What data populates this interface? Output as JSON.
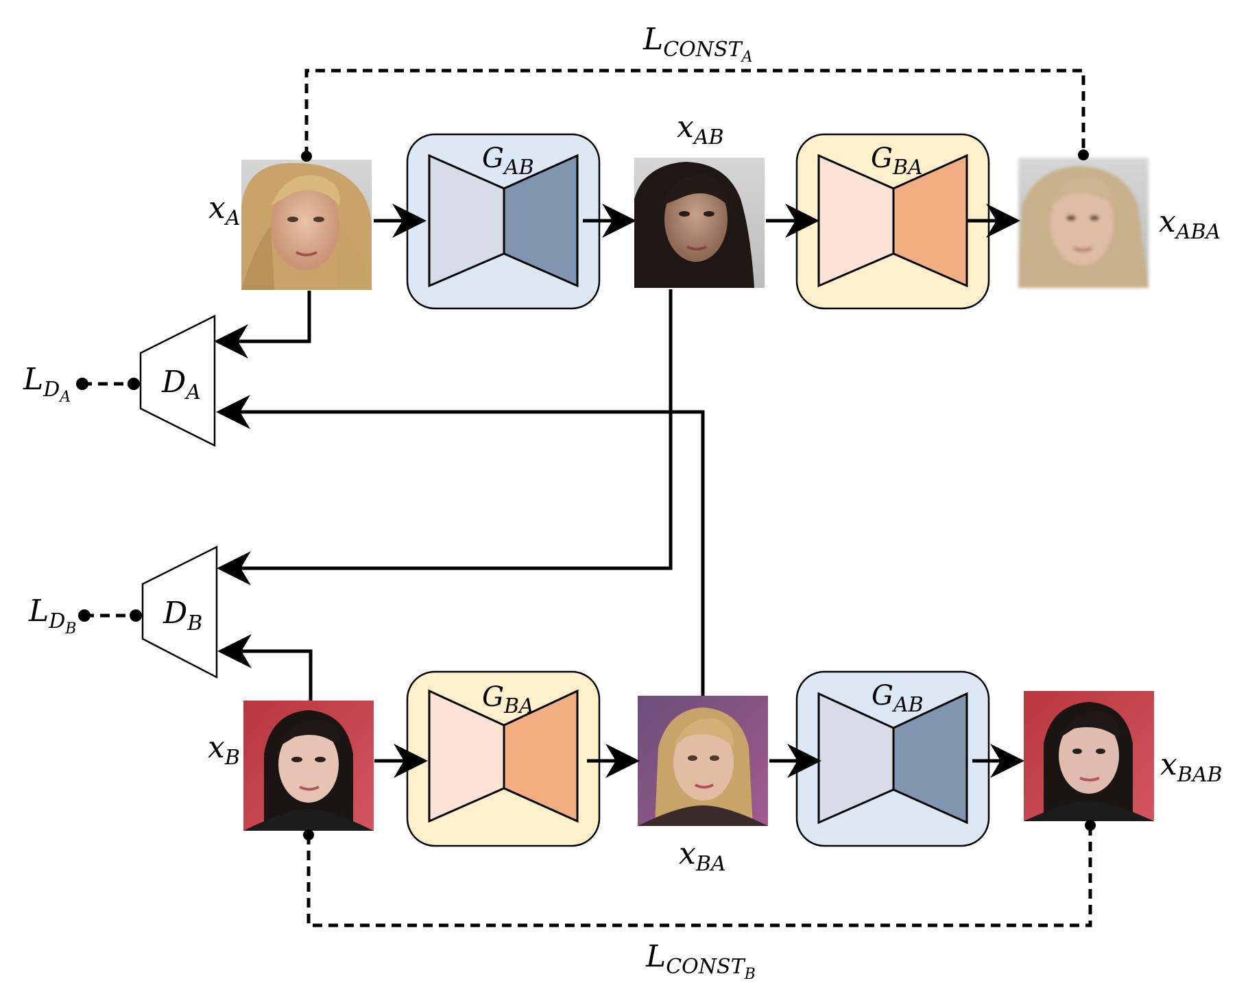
{
  "colors": {
    "gen_ab_bg": "#dde8f5",
    "gen_ab_left": "#d7dde6",
    "gen_ab_right": "#8096b0",
    "gen_ba_bg": "#fff0cc",
    "gen_ba_left": "#fbe4d6",
    "gen_ba_right": "#f2ae80",
    "stroke": "#000000"
  },
  "labels": {
    "x_a": {
      "base": "x",
      "sub": "A"
    },
    "x_ab": {
      "base": "x",
      "sub": "AB"
    },
    "x_aba": {
      "base": "x",
      "sub": "ABA"
    },
    "x_b": {
      "base": "x",
      "sub": "B"
    },
    "x_ba": {
      "base": "x",
      "sub": "BA"
    },
    "x_bab": {
      "base": "x",
      "sub": "BAB"
    },
    "g_ab_top": {
      "base": "G",
      "sub": "AB"
    },
    "g_ba_top": {
      "base": "G",
      "sub": "BA"
    },
    "g_ba_bottom": {
      "base": "G",
      "sub": "BA"
    },
    "g_ab_bottom": {
      "base": "G",
      "sub": "AB"
    },
    "d_a": {
      "base": "D",
      "sub": "A"
    },
    "d_b": {
      "base": "D",
      "sub": "B"
    },
    "l_d_a": {
      "base": "L",
      "sub": "D",
      "subsub": "A"
    },
    "l_d_b": {
      "base": "L",
      "sub": "D",
      "subsub": "B"
    },
    "l_const_a": {
      "base": "L",
      "sub": "CONST",
      "subsub": "A"
    },
    "l_const_b": {
      "base": "L",
      "sub": "CONST",
      "subsub": "B"
    }
  },
  "images": {
    "x_a": "blonde-woman-face",
    "x_ab": "dark-haired-woman-face",
    "x_aba": "blurry-blonde-woman-face",
    "x_b": "dark-haired-woman-red-background",
    "x_ba": "blonde-woman-purple-background",
    "x_bab": "dark-haired-woman-red-background-reconstructed"
  }
}
